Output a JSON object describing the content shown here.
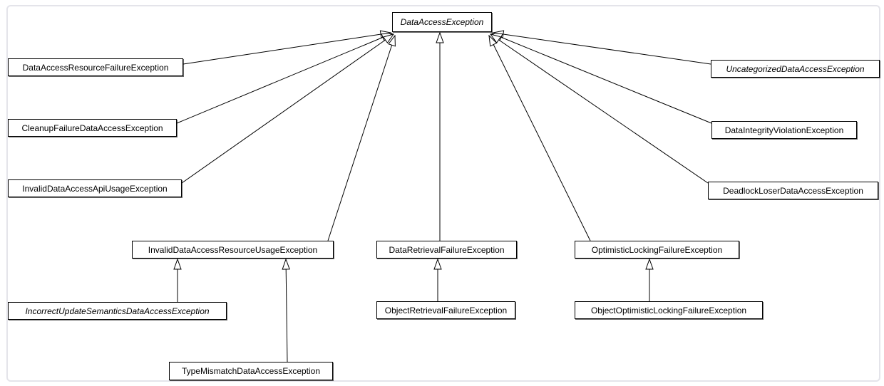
{
  "diagram": {
    "type": "uml-class-hierarchy",
    "root": "DataAccessException",
    "colors": {
      "node_fill": "#ffffff",
      "node_border": "#000000",
      "edge_line": "#000000",
      "arrowhead_fill": "#ffffff",
      "canvas_border": "#e4e4ea"
    },
    "nodes": [
      {
        "id": "data-access-exception",
        "label": "DataAccessException",
        "abstract": true
      },
      {
        "id": "data-access-resource-failure-exception",
        "label": "DataAccessResourceFailureException",
        "abstract": false
      },
      {
        "id": "cleanup-failure-data-access-exception",
        "label": "CleanupFailureDataAccessException",
        "abstract": false
      },
      {
        "id": "invalid-data-access-api-usage-exception",
        "label": "InvalidDataAccessApiUsageException",
        "abstract": false
      },
      {
        "id": "uncategorized-data-access-exception",
        "label": "UncategorizedDataAccessException",
        "abstract": true
      },
      {
        "id": "data-integrity-violation-exception",
        "label": "DataIntegrityViolationException",
        "abstract": false
      },
      {
        "id": "deadlock-loser-data-access-exception",
        "label": "DeadlockLoserDataAccessException",
        "abstract": false
      },
      {
        "id": "invalid-data-access-resource-usage-exception",
        "label": "InvalidDataAccessResourceUsageException",
        "abstract": false
      },
      {
        "id": "data-retrieval-failure-exception",
        "label": "DataRetrievalFailureException",
        "abstract": false
      },
      {
        "id": "optimistic-locking-failure-exception",
        "label": "OptimisticLockingFailureException",
        "abstract": false
      },
      {
        "id": "incorrect-update-semantics-data-access-exception",
        "label": "IncorrectUpdateSemanticsDataAccessException",
        "abstract": true
      },
      {
        "id": "object-retrieval-failure-exception",
        "label": "ObjectRetrievalFailureException",
        "abstract": false
      },
      {
        "id": "object-optimistic-locking-failure-exception",
        "label": "ObjectOptimisticLockingFailureException",
        "abstract": false
      },
      {
        "id": "type-mismatch-data-access-exception",
        "label": "TypeMismatchDataAccessException",
        "abstract": false
      }
    ],
    "edges": [
      {
        "child": "DataAccessResourceFailureException",
        "parent": "DataAccessException",
        "type": "generalization"
      },
      {
        "child": "CleanupFailureDataAccessException",
        "parent": "DataAccessException",
        "type": "generalization"
      },
      {
        "child": "InvalidDataAccessApiUsageException",
        "parent": "DataAccessException",
        "type": "generalization"
      },
      {
        "child": "InvalidDataAccessResourceUsageException",
        "parent": "DataAccessException",
        "type": "generalization"
      },
      {
        "child": "DataRetrievalFailureException",
        "parent": "DataAccessException",
        "type": "generalization"
      },
      {
        "child": "OptimisticLockingFailureException",
        "parent": "DataAccessException",
        "type": "generalization"
      },
      {
        "child": "UncategorizedDataAccessException",
        "parent": "DataAccessException",
        "type": "generalization"
      },
      {
        "child": "DataIntegrityViolationException",
        "parent": "DataAccessException",
        "type": "generalization"
      },
      {
        "child": "DeadlockLoserDataAccessException",
        "parent": "DataAccessException",
        "type": "generalization"
      },
      {
        "child": "IncorrectUpdateSemanticsDataAccessException",
        "parent": "InvalidDataAccessResourceUsageException",
        "type": "generalization"
      },
      {
        "child": "TypeMismatchDataAccessException",
        "parent": "InvalidDataAccessResourceUsageException",
        "type": "generalization"
      },
      {
        "child": "ObjectRetrievalFailureException",
        "parent": "DataRetrievalFailureException",
        "type": "generalization"
      },
      {
        "child": "ObjectOptimisticLockingFailureException",
        "parent": "OptimisticLockingFailureException",
        "type": "generalization"
      }
    ]
  }
}
